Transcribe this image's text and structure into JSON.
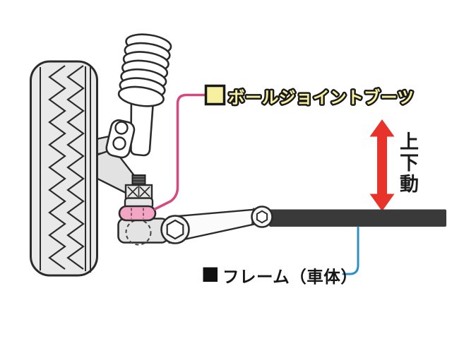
{
  "labels": {
    "boot": "ボールジョイントブーツ",
    "frame": "フレーム（車体）",
    "motion": "上下動"
  },
  "colors": {
    "boot_fill": "#f2a6c4",
    "boot_pointer": "#d6497f",
    "frame_pointer": "#2e8fc6",
    "motion_arrow": "#e8332a",
    "label_yellow_fill": "#f6f0a0",
    "frame_bar": "#3a3a3a",
    "frame_swatch": "#111111",
    "outline": "#2b2b2b"
  }
}
